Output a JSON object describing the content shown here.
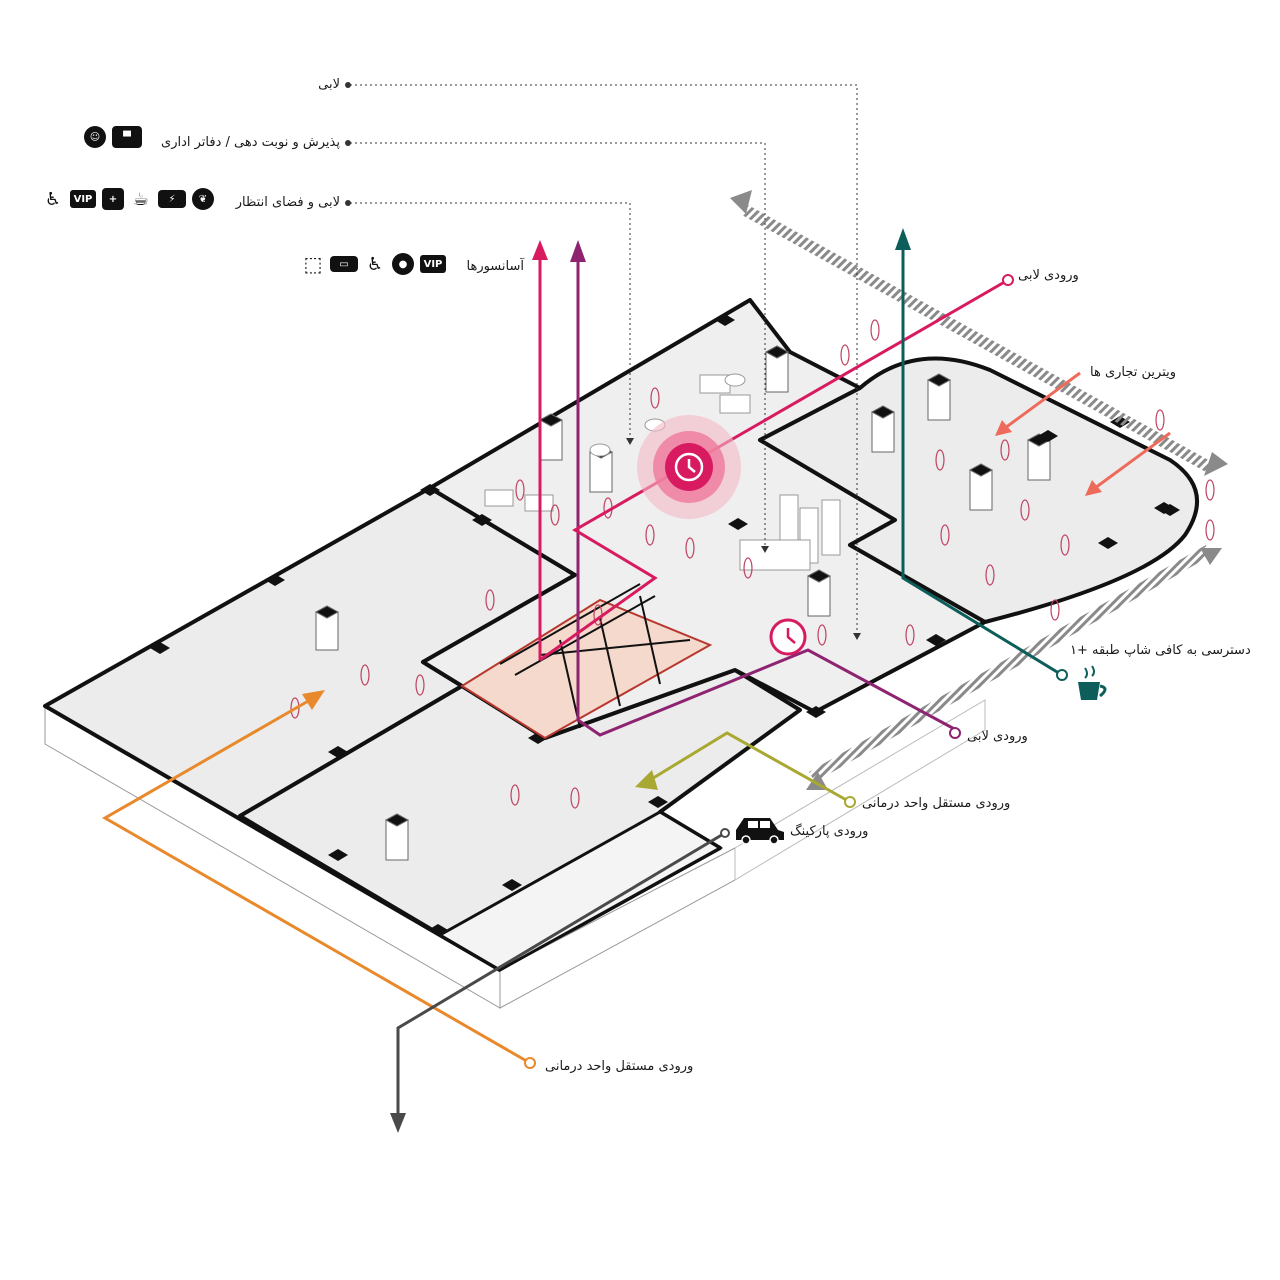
{
  "labels": {
    "lobby_top": "لابی",
    "reception": "پذیرش و نوبت دهی / دفاتر اداری",
    "waiting": "لابی و فضای انتظار",
    "elevators": "آسانسورها",
    "lobby_entrance_top": "ورودی لابی",
    "shop_windows": "ویترین تجاری ها",
    "cafe_access": "دسترسی به کافی شاپ طبقه +۱",
    "lobby_entrance_bottom": "ورودی لابی",
    "clinic_entrance_right": "ورودی مستقل واحد درمانی",
    "parking_entrance": "ورودی پارکینگ",
    "clinic_entrance_left": "ورودی مستقل واحد درمانی"
  },
  "icons": {
    "reception": [
      "receptionist-icon",
      "desk-icon"
    ],
    "waiting": [
      "seat-icon",
      "vip-icon",
      "first-aid-icon",
      "coffee-icon",
      "battery-charge-icon",
      "leaf-icon"
    ],
    "elevators": [
      "package-icon",
      "ticket-icon",
      "wheelchair-icon",
      "person-icon",
      "vip-icon"
    ],
    "vip_text": "VIP"
  },
  "colors": {
    "magenta": "#d81b60",
    "purple": "#8e2471",
    "teal": "#0d5e5a",
    "orange": "#e8892c",
    "olive": "#a9a832",
    "dark_gray": "#4a4a4a",
    "coral": "#ee6a5b",
    "gray_arrow": "#8a8a8a",
    "floor": "#ececec",
    "elevator_fill": "#f5d9cc"
  }
}
